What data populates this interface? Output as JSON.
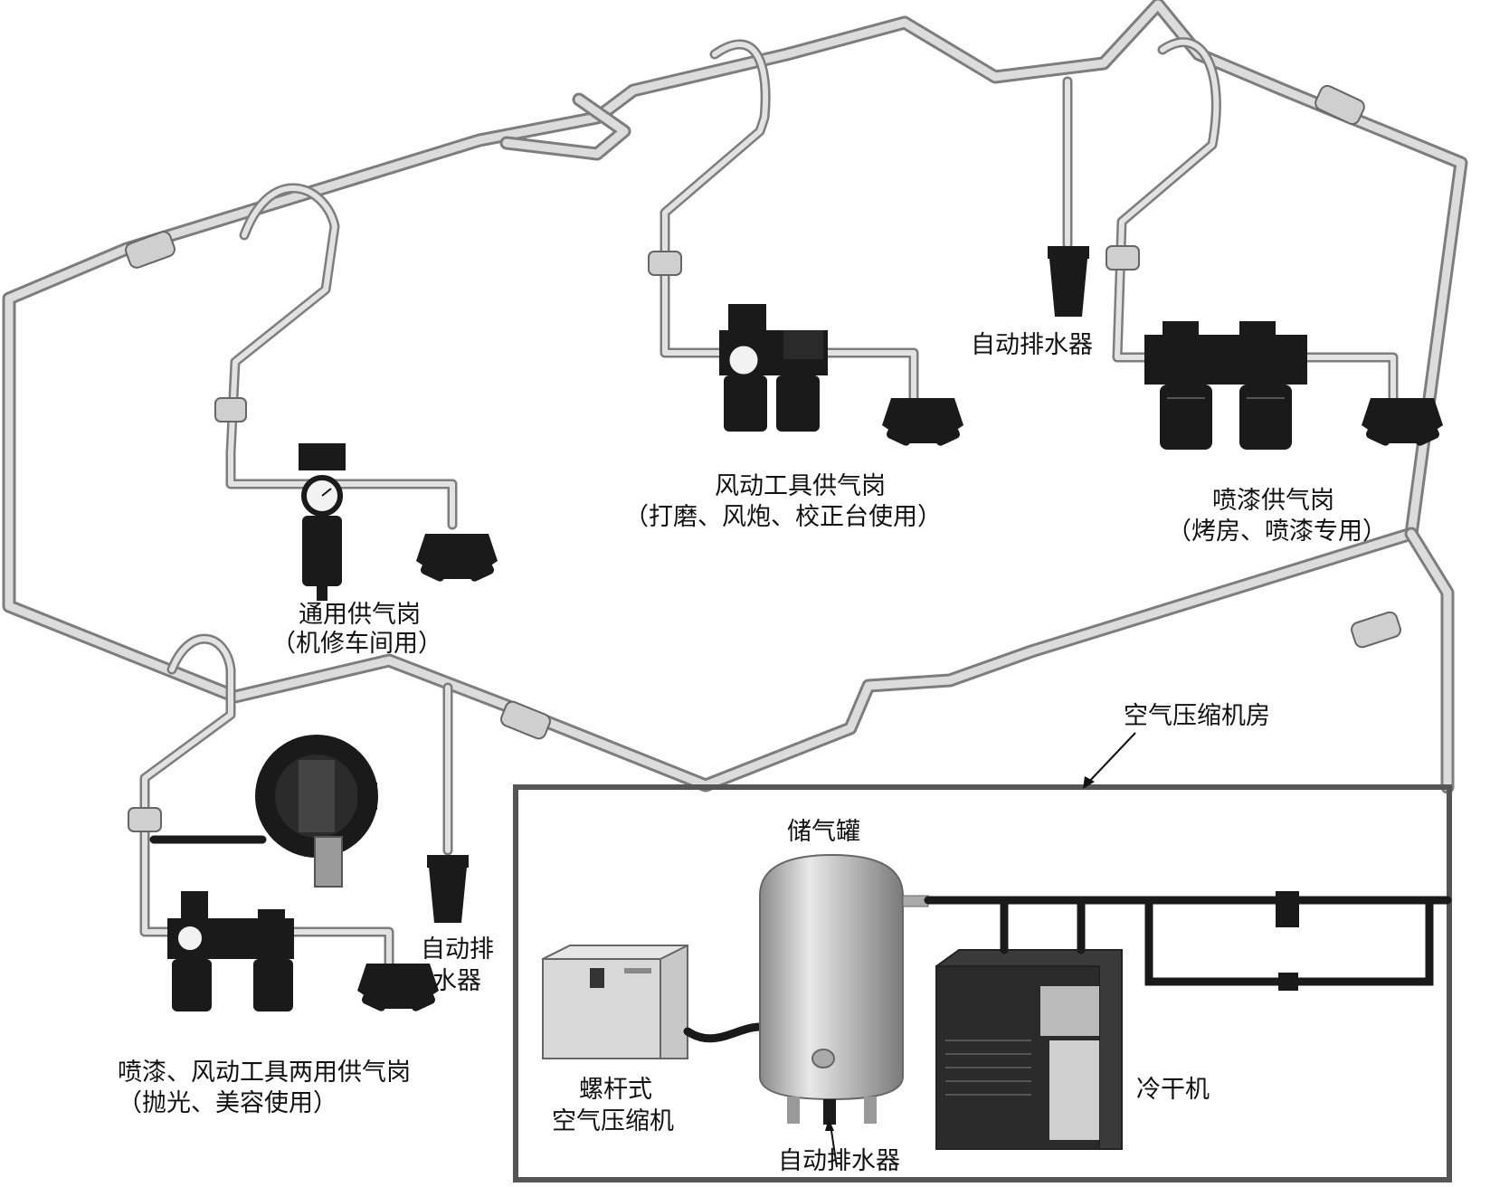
{
  "labels": {
    "general_station_title": "通用供气岗",
    "general_station_sub": "（机修车间用）",
    "pneumatic_station_title": "风动工具供气岗",
    "pneumatic_station_sub": "（打磨、风炮、校正台使用）",
    "top_drain": "自动排水器",
    "spray_station_title": "喷漆供气岗",
    "spray_station_sub": "（烤房、喷漆专用）",
    "dual_station_title": "喷漆、风动工具两用供气岗",
    "dual_station_sub": "（抛光、美容使用）",
    "mid_drain_line1": "自动排",
    "mid_drain_line2": "水器",
    "compressor_room": "空气压缩机房",
    "tank": "储气罐",
    "compressor_line1": "螺杆式",
    "compressor_line2": "空气压缩机",
    "tank_drain": "自动排水器",
    "dryer": "冷干机"
  },
  "colors": {
    "pipe": "#dcdcdc",
    "pipe_outline": "#7d7d7d",
    "equipment_dark": "#1a1a1a",
    "room_border": "#555555"
  }
}
